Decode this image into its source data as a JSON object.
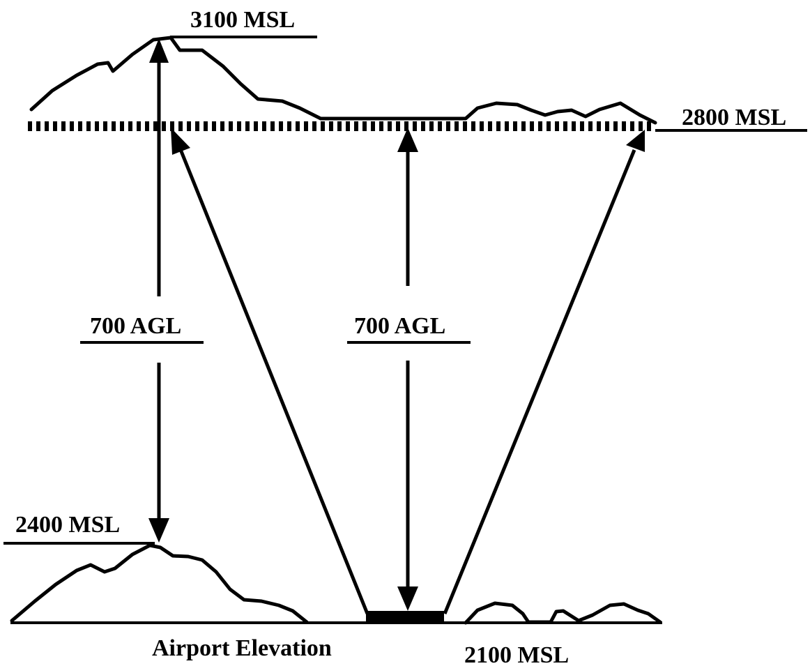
{
  "labels": {
    "mountain_top": "3100 MSL",
    "ceiling_level": "2800 MSL",
    "agl_left": "700 AGL",
    "agl_center": "700 AGL",
    "hill_left": "2400 MSL",
    "airport_elevation": "Airport Elevation",
    "ground_right": "2100 MSL"
  },
  "colors": {
    "ink": "#000000",
    "background": "#ffffff"
  }
}
